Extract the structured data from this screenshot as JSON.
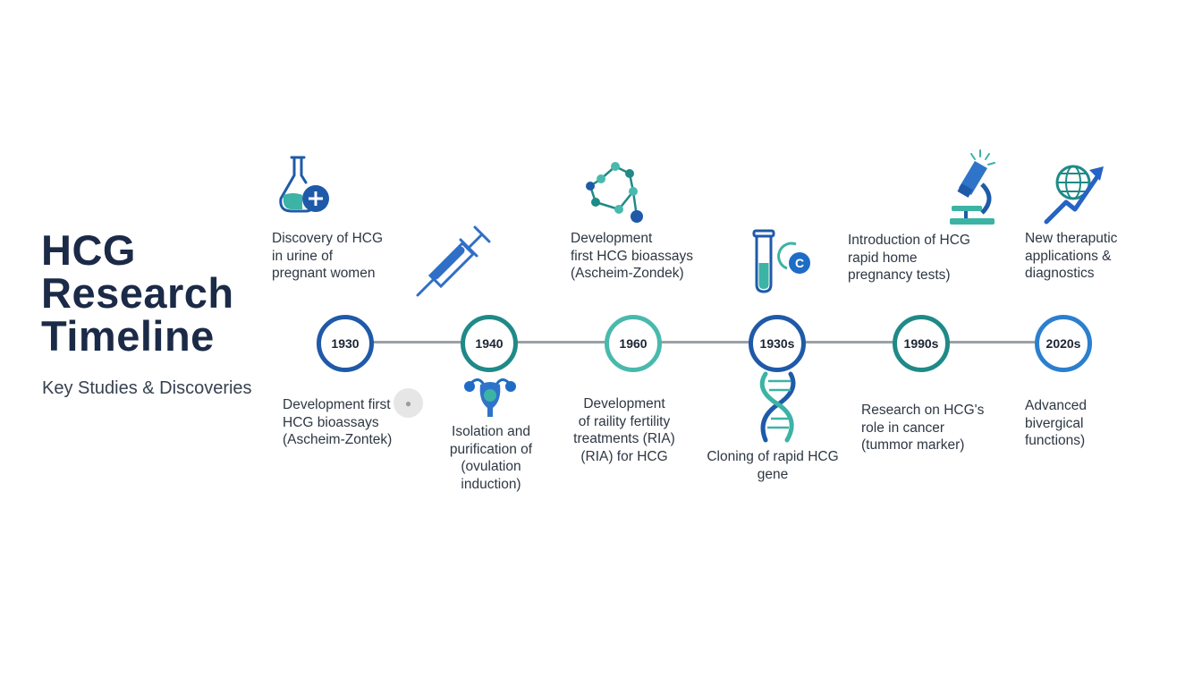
{
  "title": "HCG\nResearch\nTimeline",
  "subtitle": "Key Studies & Discoveries",
  "colors": {
    "navy": "#1f5aa8",
    "teal": "#1f8a87",
    "light_teal": "#49b9ad",
    "blue": "#2b7fcf",
    "line": "#9aa0a6"
  },
  "milestones": [
    {
      "year": "1930",
      "ring": "#1f5aa8",
      "above": "Discovery of HCG\nin urine of\npregnant women",
      "below": "Development first\nHCG bioassays\n(Ascheim-Zontek)",
      "icon_above": "flask-plus-icon"
    },
    {
      "year": "1940",
      "ring": "#1f8a87",
      "above": "",
      "below": "Isolation and\npurification of\n(ovulation\ninduction)",
      "icon_above": "syringe-icon",
      "icon_below": "uterus-icon"
    },
    {
      "year": "1960",
      "ring": "#49b9ad",
      "above": "Development\nfirst HCG bioassays\n(Ascheim-Zondek)",
      "below": "Development\nof raility fertility\ntreatments (RIA)\n(RIA) for HCG",
      "icon_above": "molecule-icon"
    },
    {
      "year": "1930s",
      "ring": "#1f5aa8",
      "above": "",
      "below": "Cloning of rapid HCG\ngene",
      "icon_above": "test-tube-icon",
      "icon_below": "dna-icon"
    },
    {
      "year": "1990s",
      "ring": "#1f8a87",
      "above": "Introduction of HCG\nrapid home\npregnancy tests)",
      "below": "Research on HCG's\nrole in cancer\n(tummor marker)",
      "icon_above": "microscope-icon"
    },
    {
      "year": "2020s",
      "ring": "#2b7fcf",
      "above": "New theraputic\napplications &\ndiagnostics",
      "below": "Advanced\nbivergical\nfunctions)",
      "icon_above": "globe-growth-icon"
    }
  ],
  "cursor_glyph": "●"
}
